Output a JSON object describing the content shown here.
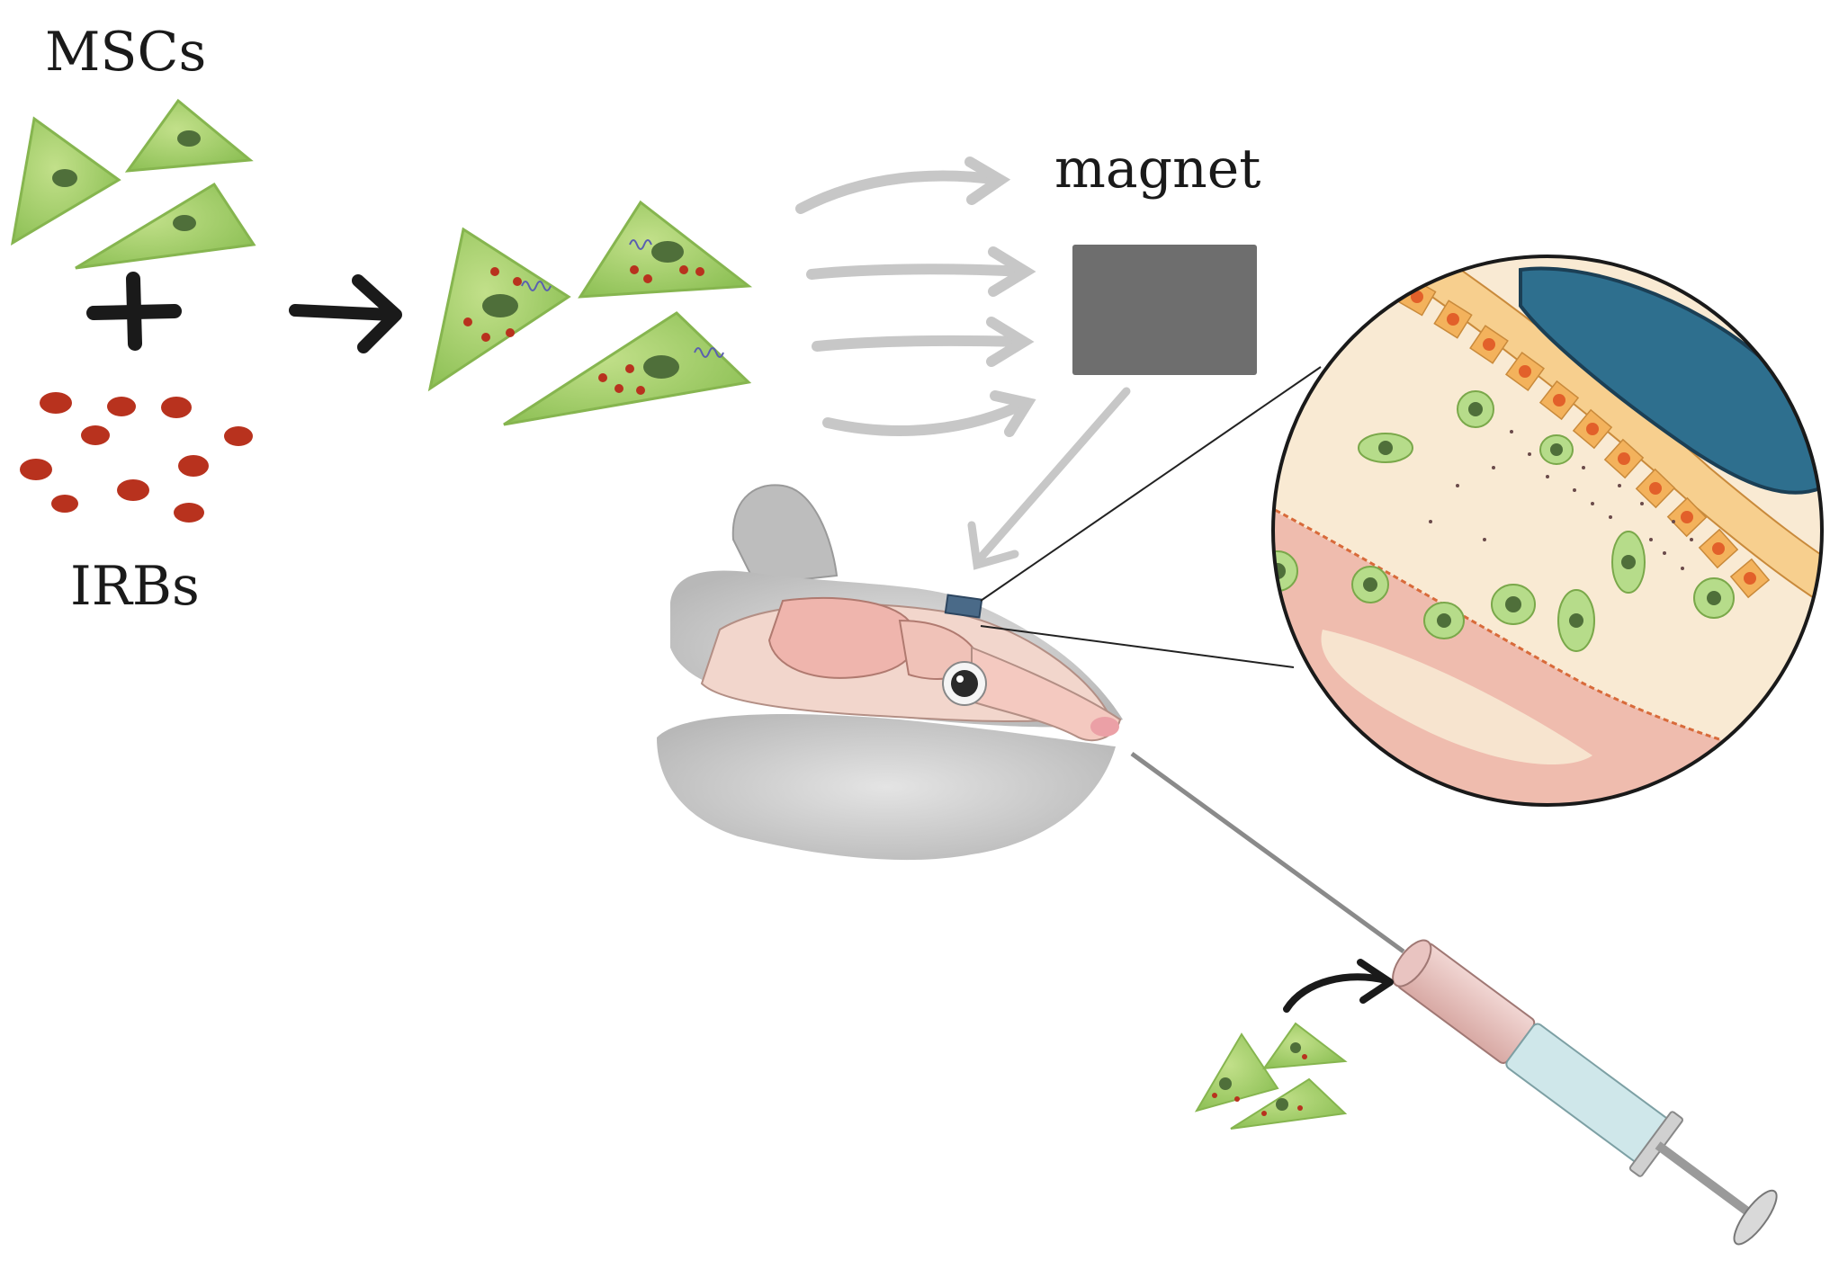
{
  "labels": {
    "mscs": "MSCs",
    "irbs": "IRBs",
    "magnet": "magnet"
  },
  "colors": {
    "cell_green": "#9ccc65",
    "cell_nucleus": "#4f6f3a",
    "irb_red": "#b8321e",
    "magnet_gray": "#6e6e6e",
    "arrow_black": "#1a1a1a",
    "field_lines_gray": "#c7c7c7",
    "vessel_blue": "#2e6f8e",
    "tissue_pink": "#efb5ad",
    "epithelium_orange": "#f3b25c",
    "syringe_pink": "#e9c4c1"
  },
  "icons": [
    "msc-cell-icon",
    "iron-particle-icon",
    "plus-icon",
    "arrow-right-icon",
    "magnet-icon",
    "mouse-head-icon",
    "magnified-tissue-icon",
    "syringe-icon"
  ]
}
